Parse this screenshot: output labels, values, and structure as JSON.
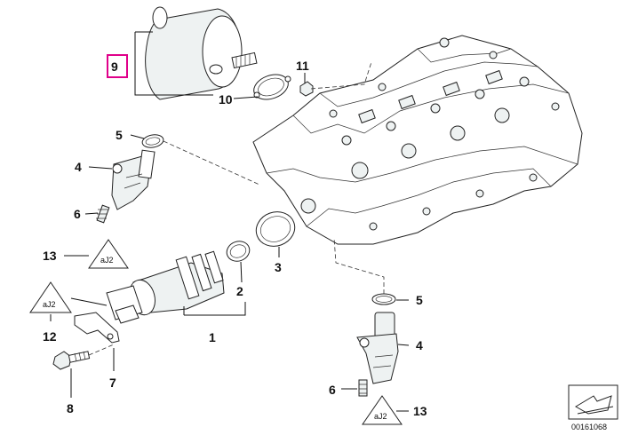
{
  "callouts": {
    "c1": "1",
    "c2": "2",
    "c3": "3",
    "c4a": "4",
    "c4b": "4",
    "c5a": "5",
    "c5b": "5",
    "c6a": "6",
    "c6b": "6",
    "c7": "7",
    "c8": "8",
    "c9": "9",
    "c10": "10",
    "c11": "11",
    "c12": "12",
    "c13a": "13",
    "c13b": "13"
  },
  "warning_badge_text": "aJ2",
  "reference_code": "00161068",
  "colors": {
    "highlight": "#e0008a",
    "line": "#222222",
    "shade": "#eef2f2"
  }
}
